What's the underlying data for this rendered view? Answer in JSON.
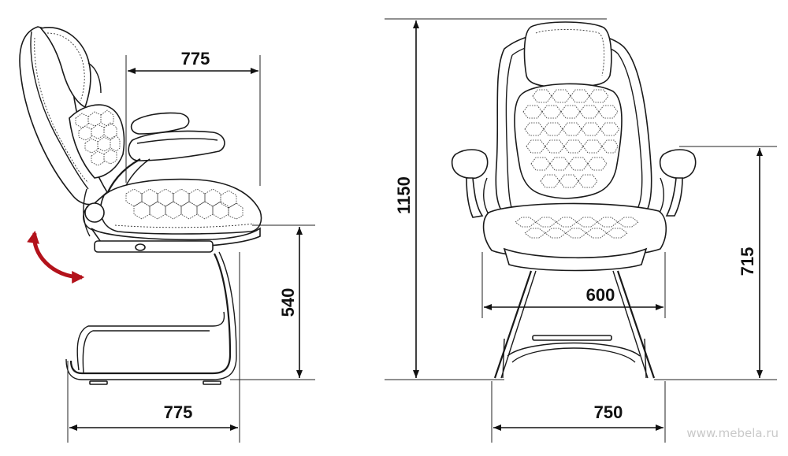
{
  "dimensions": {
    "side_top_depth": "775",
    "side_bottom_depth": "775",
    "seat_height": "540",
    "total_height": "1150",
    "armrest_height": "715",
    "seat_width": "600",
    "base_width": "750"
  },
  "watermark": "www.mebela.ru",
  "colors": {
    "tilt_arrow": "#b3121b",
    "line": "#1a1a1a"
  }
}
